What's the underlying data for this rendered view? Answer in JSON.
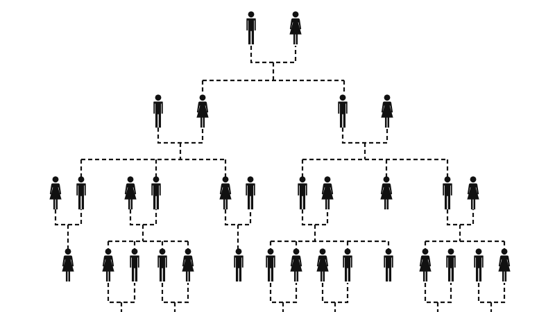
{
  "diagram": {
    "kind": "family-tree",
    "colors": {
      "figure": "#111111",
      "connector": "#111111",
      "background": "#ffffff"
    },
    "generations": [
      [
        "male",
        "female"
      ],
      [
        "male",
        "female",
        "male",
        "female"
      ],
      [
        "female",
        "male",
        "female",
        "male",
        "female",
        "male",
        "male",
        "female",
        "female",
        "male",
        "female"
      ],
      [
        "female",
        "female",
        "male",
        "male",
        "female",
        "male",
        "male",
        "female",
        "female",
        "male",
        "male",
        "female",
        "male",
        "male",
        "female"
      ]
    ]
  }
}
